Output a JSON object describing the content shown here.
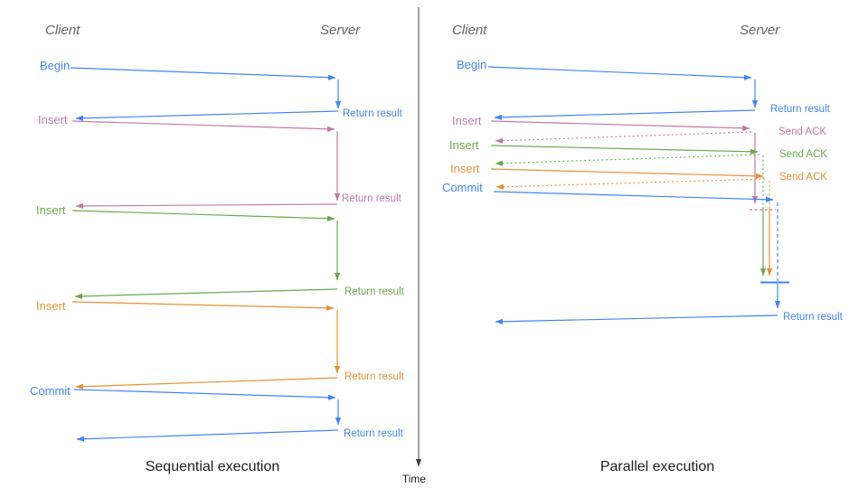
{
  "colors": {
    "blue": "#4285f4",
    "pink": "#c27ba0",
    "green": "#6aa84f",
    "orange": "#e69138",
    "axis": "#3c3c3c",
    "header": "#666666",
    "title": "#1f1f1f"
  },
  "time_axis": {
    "label": "Time"
  },
  "left": {
    "title": "Sequential execution",
    "lanes": {
      "client": "Client",
      "server": "Server"
    },
    "messages": [
      {
        "op": "Begin",
        "result": "Return result",
        "color": "blue"
      },
      {
        "op": "Insert",
        "result": "Return result",
        "color": "pink"
      },
      {
        "op": "Insert",
        "result": "Return result",
        "color": "green"
      },
      {
        "op": "Insert",
        "result": "Return result",
        "color": "orange"
      },
      {
        "op": "Commit",
        "result": "Return result",
        "color": "blue"
      }
    ]
  },
  "right": {
    "title": "Parallel execution",
    "lanes": {
      "client": "Client",
      "server": "Server"
    },
    "messages": [
      {
        "op": "Begin",
        "result": "Return result",
        "color": "blue"
      },
      {
        "op": "Insert",
        "ack": "Send ACK",
        "color": "pink"
      },
      {
        "op": "Insert",
        "ack": "Send ACK",
        "color": "green"
      },
      {
        "op": "Insert",
        "ack": "Send ACK",
        "color": "orange"
      },
      {
        "op": "Commit",
        "result": "Return result",
        "color": "blue"
      }
    ]
  }
}
